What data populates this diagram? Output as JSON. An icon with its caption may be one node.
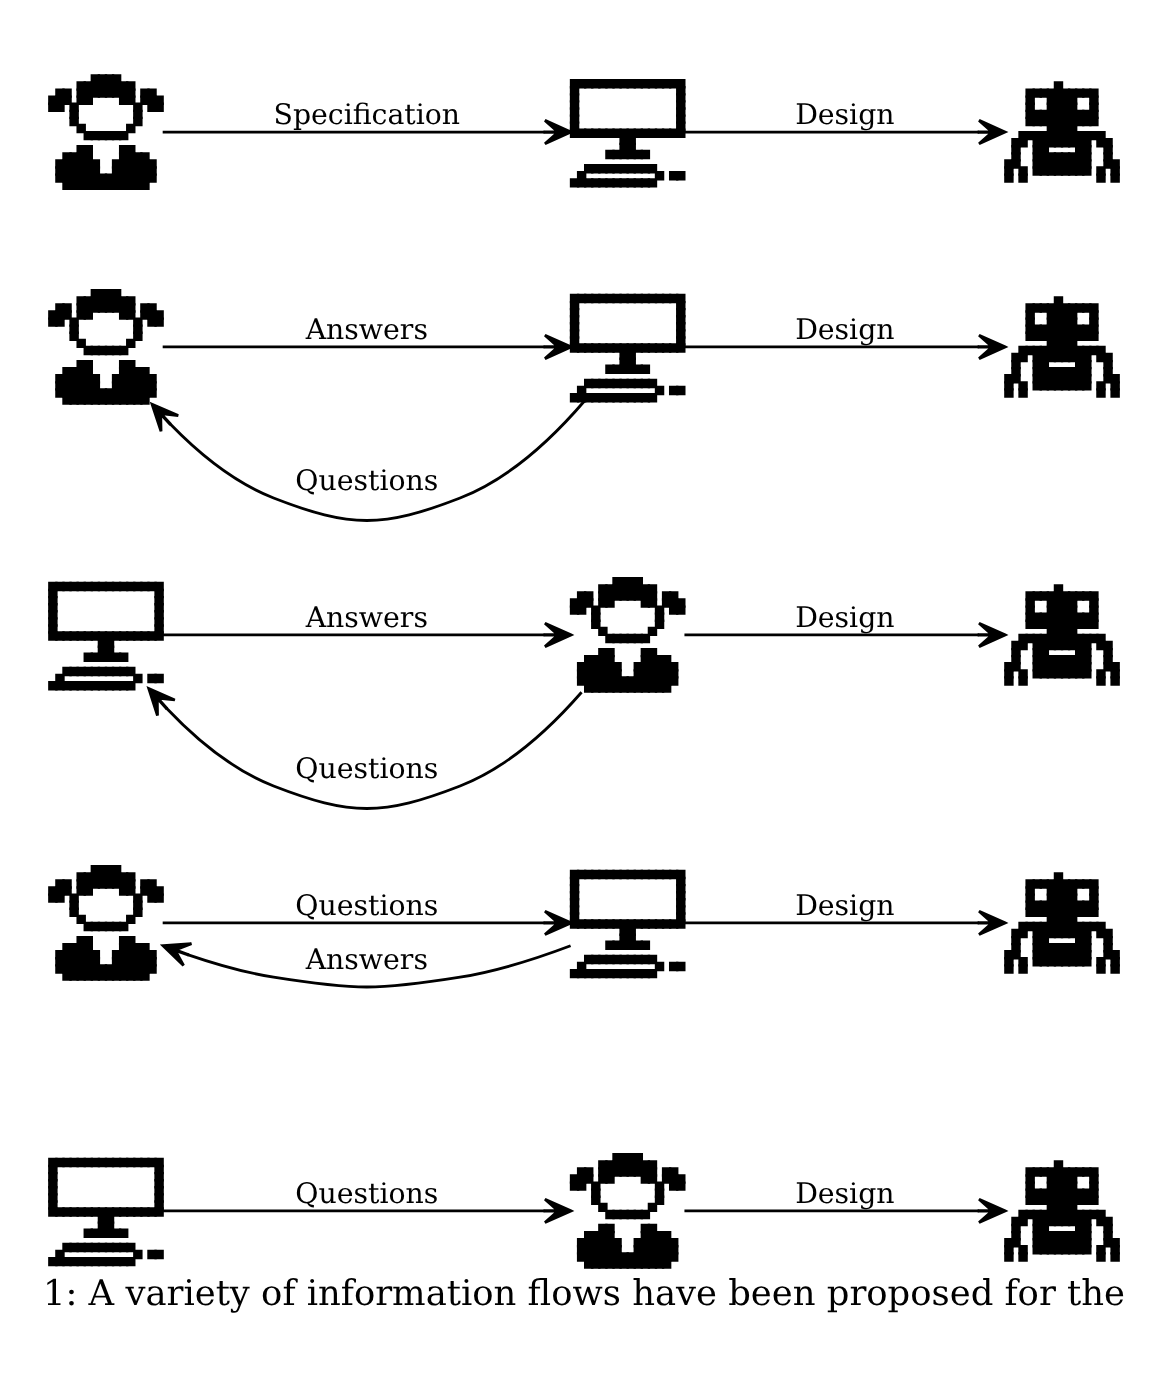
{
  "diagram": {
    "caption": "1: A variety of information flows have been proposed for the",
    "nodes": [
      {
        "text": [],
        "shape": "person"
      },
      {
        "text": [],
        "shape": "picture"
      },
      {
        "text": [],
        "shape": "picture"
      },
      {
        "text": [],
        "shape": "person"
      },
      {
        "text": [],
        "shape": "picture"
      },
      {
        "text": [],
        "shape": "picture"
      },
      {
        "text": [],
        "shape": "picture"
      },
      {
        "text": [],
        "shape": "person"
      },
      {
        "text": [],
        "shape": "picture"
      },
      {
        "text": [],
        "shape": "person"
      },
      {
        "text": [],
        "shape": "picture"
      },
      {
        "text": [],
        "shape": "picture"
      },
      {
        "text": [],
        "shape": "picture"
      },
      {
        "text": [],
        "shape": "person"
      },
      {
        "text": [],
        "shape": "picture"
      }
    ],
    "edges": [
      {
        "from": 0,
        "to": 1,
        "arrow": "to",
        "label": "Specification"
      },
      {
        "from": 1,
        "to": 2,
        "arrow": "to",
        "label": "Design"
      },
      {
        "from": 4,
        "to": 3,
        "arrow": "to",
        "label": "Questions"
      },
      {
        "from": 3,
        "to": 4,
        "arrow": "to",
        "label": "Answers"
      },
      {
        "from": 4,
        "to": 5,
        "arrow": "to",
        "label": "Design"
      },
      {
        "from": 7,
        "to": 6,
        "arrow": "to",
        "label": "Questions"
      },
      {
        "from": 6,
        "to": 7,
        "arrow": "to",
        "label": "Answers"
      },
      {
        "from": 7,
        "to": 8,
        "arrow": "to",
        "label": "Design"
      },
      {
        "from": 9,
        "to": 10,
        "arrow": "to",
        "label": "Questions"
      },
      {
        "from": 10,
        "to": 9,
        "arrow": "to",
        "label": "Answers"
      },
      {
        "from": 10,
        "to": 11,
        "arrow": "to",
        "label": "Design"
      },
      {
        "from": 12,
        "to": 13,
        "arrow": "to",
        "label": "Questions"
      },
      {
        "from": 13,
        "to": 14,
        "arrow": "to",
        "label": "Design"
      }
    ]
  }
}
